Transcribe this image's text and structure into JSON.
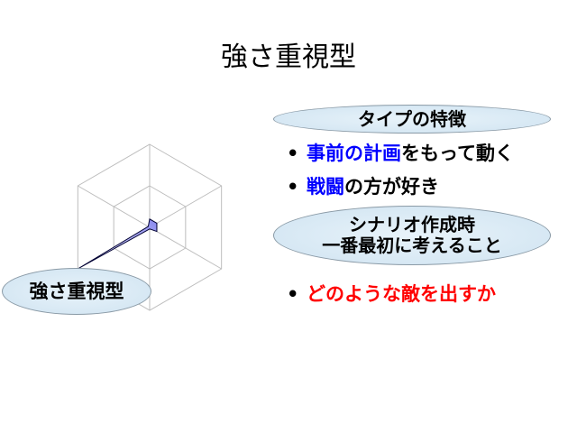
{
  "slide": {
    "title": "強さ重視型",
    "type_label": "強さ重視型",
    "features_header": "タイプの特徴",
    "bullets": [
      {
        "highlight": "事前の計画",
        "rest": "をもって動く",
        "highlight_color": "#0000ff"
      },
      {
        "highlight": "戦闘",
        "rest": "の方が好き",
        "highlight_color": "#0000ff"
      }
    ],
    "scenario_header_line1": "シナリオ作成時",
    "scenario_header_line2": "一番最初に考えること",
    "scenario_bullet": {
      "text": "どのような敵を出すか",
      "color": "#ff0000"
    },
    "bullet_glyph": "•"
  },
  "chart_data": {
    "type": "radar",
    "axes": 6,
    "rmax": 1.0,
    "grid_levels": [
      0.5,
      1.0
    ],
    "values": [
      0.1,
      0.1,
      0.1,
      0.0,
      1.0,
      0.0
    ],
    "series_color": "#9a9aee"
  }
}
